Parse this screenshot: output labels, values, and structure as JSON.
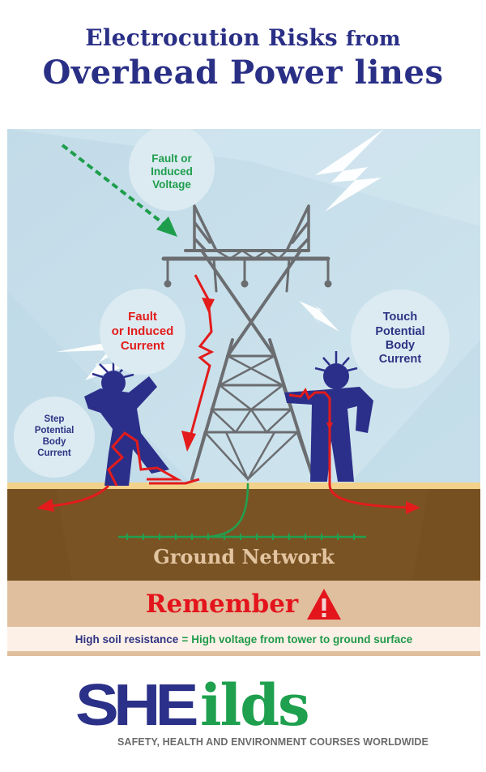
{
  "header": {
    "title_line1_main": "Electrocution Risks ",
    "title_line1_small": "from",
    "title_line2": "Overhead Power lines"
  },
  "illustration": {
    "labels": {
      "fault_voltage": [
        "Fault or",
        "Induced",
        "Voltage"
      ],
      "fault_current": [
        "Fault",
        "or Induced",
        "Current"
      ],
      "touch_potential": [
        "Touch",
        "Potential",
        "Body",
        "Current"
      ],
      "step_potential": [
        "Step",
        "Potential",
        "Body",
        "Current"
      ],
      "ground_network": "Ground Network"
    },
    "icons": [
      "transmission-tower-icon",
      "lightning-bolt-icon",
      "person-icon",
      "current-arrow-icon",
      "ground-grid-icon"
    ],
    "colors": {
      "sky": "#c9e1ec",
      "soil": "#7a5324",
      "surface": "#f2d28a",
      "voltage_green": "#1e9e4c",
      "current_red": "#e31b1b",
      "person_blue": "#2c2f8a",
      "tower_gray": "#6b6d70"
    }
  },
  "remember": {
    "label": "Remember",
    "icon": "warning-triangle-icon",
    "warning_glyph": "!",
    "note_left": "High soil resistance",
    "note_equals": "=",
    "note_right": "High voltage from tower to ground surface"
  },
  "brand": {
    "logo_part1": "SHE",
    "logo_part2": "ilds",
    "tagline": "SAFETY, HEALTH AND ENVIRONMENT COURSES WORLDWIDE",
    "colors": {
      "blue": "#2b3088",
      "green": "#1ea04e",
      "gray": "#6b6b6b"
    }
  }
}
